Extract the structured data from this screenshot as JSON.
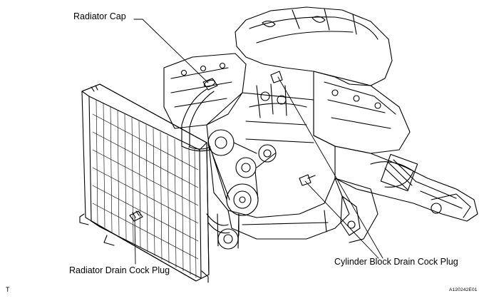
{
  "labels": {
    "radiator_cap": "Radiator Cap",
    "radiator_drain_cock_plug": "Radiator Drain Cock Plug",
    "cylinder_block_drain_cock_plug": "Cylinder Block Drain Cock Plug",
    "corner_mark": "T",
    "figure_code": "A120242E01"
  },
  "colors": {
    "line": "#000000",
    "background": "#ffffff"
  }
}
